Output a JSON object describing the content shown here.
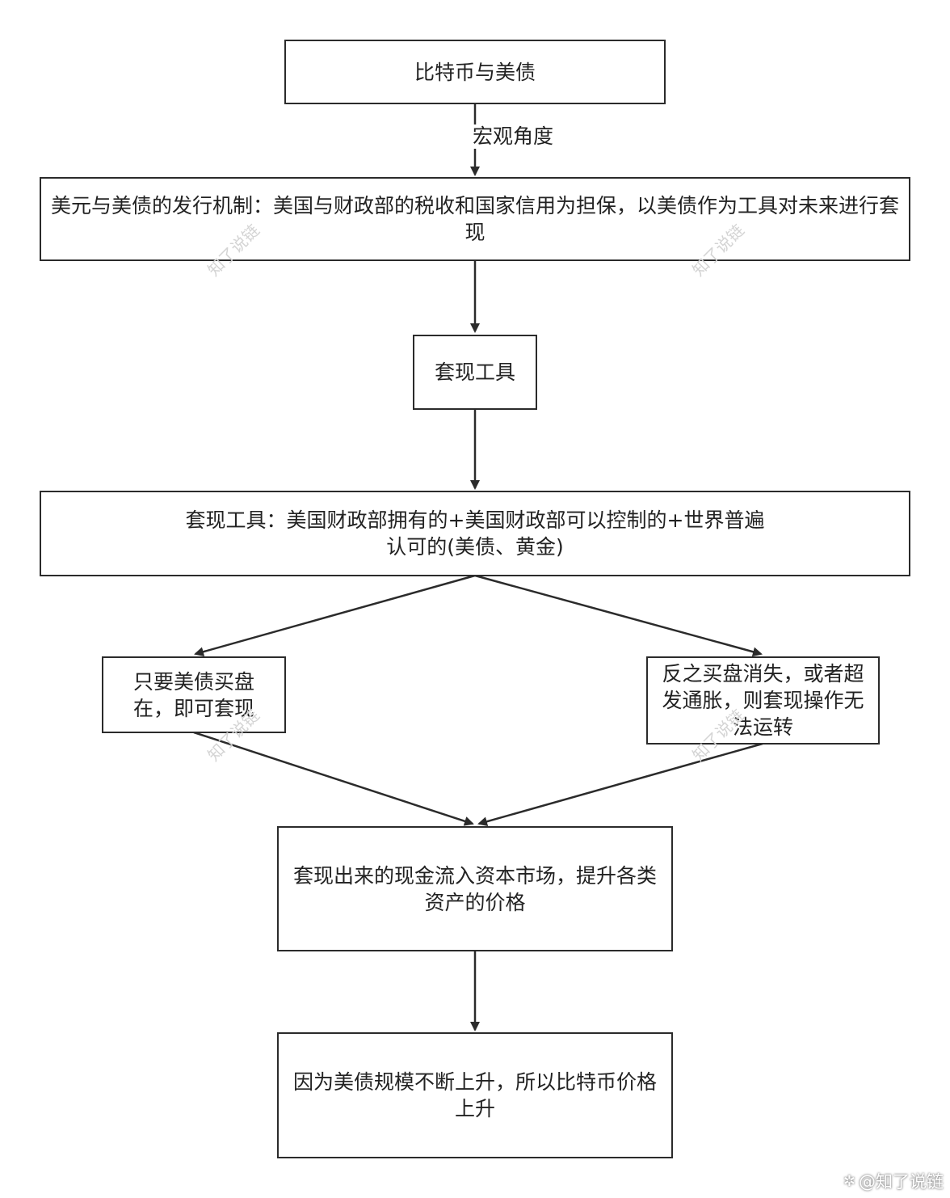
{
  "nodes": {
    "n1": "比特币与美债",
    "n2": "美元与美债的发行机制：美国与财政部的税收和国家信用为担保，以美债作为工具对未来进行套现",
    "n3": "套现工具",
    "n4": "套现工具：美国财政部拥有的+美国财政部可以控制的+世界普遍认可的(美债、黄金)",
    "n5": "只要美债买盘在，即可套现",
    "n6": "反之买盘消失，或者超发通胀，则套现操作无法运转",
    "n7": "套现出来的现金流入资本市场，提升各类资产的价格",
    "n8": "因为美债规模不断上升，所以比特币价格上升"
  },
  "edges": [
    {
      "from": "n1",
      "to": "n2",
      "label": "宏观角度"
    },
    {
      "from": "n2",
      "to": "n3",
      "label": ""
    },
    {
      "from": "n3",
      "to": "n4",
      "label": ""
    },
    {
      "from": "n4",
      "to": "n5",
      "label": ""
    },
    {
      "from": "n4",
      "to": "n6",
      "label": ""
    },
    {
      "from": "n5",
      "to": "n7",
      "label": ""
    },
    {
      "from": "n6",
      "to": "n7",
      "label": ""
    },
    {
      "from": "n7",
      "to": "n8",
      "label": ""
    }
  ],
  "watermark": "知了说链",
  "brand": {
    "text": "@知了说链",
    "icon": "sparkle-icon"
  },
  "colors": {
    "stroke": "#2b2b2b",
    "background": "#ffffff",
    "watermark": "#d4d4d4"
  }
}
